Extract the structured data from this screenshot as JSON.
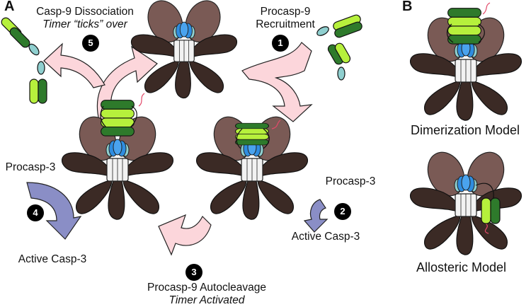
{
  "panels": {
    "a": "A",
    "b": "B"
  },
  "labels": {
    "dissociation": "Casp-9 Dissociation",
    "timer_ticks": "Timer “ticks” over",
    "recruitment_1": "Procasp-9",
    "recruitment_2": "Recruitment",
    "procasp3_left": "Procasp-3",
    "active_left": "Active Casp-3",
    "procasp3_right": "Procasp-3",
    "active_right": "Active Casp-3",
    "autocleavage": "Procasp-9 Autocleavage",
    "timer_activated": "Timer Activated"
  },
  "steps": [
    "1",
    "2",
    "3",
    "4",
    "5"
  ],
  "models": {
    "dimerization": "Dimerization Model",
    "allosteric": "Allosteric Model"
  },
  "colors": {
    "petal": "#3b2a25",
    "petal_light": "#7a5a55",
    "hub_blue": "#2f8de0",
    "card_teal": "#8fcfcf",
    "dark_green": "#2e7a2b",
    "light_green": "#b6f03c",
    "arrow_pink": "#fcd6db",
    "arrow_blue": "#8a8ec6",
    "linker_red": "#e24a6a"
  }
}
